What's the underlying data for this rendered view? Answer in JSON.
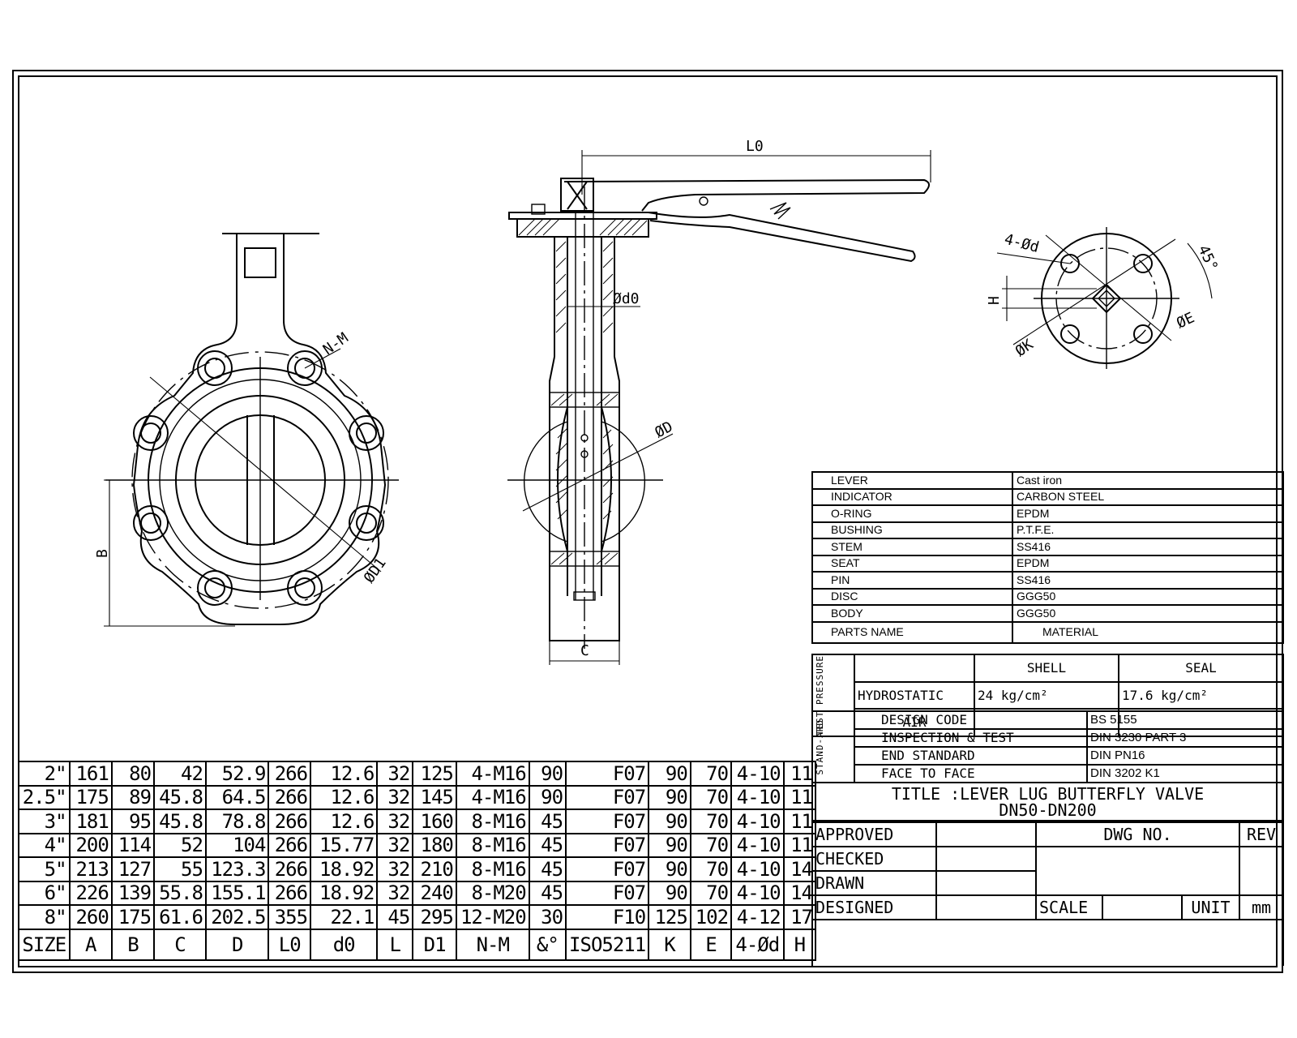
{
  "views": {
    "front": {
      "nm_label": "N-M",
      "d1_label": "ØD1",
      "b_label": "B"
    },
    "side": {
      "l0_label": "L0",
      "d0_label": "Ød0",
      "d_label": "ØD",
      "c_label": "C"
    },
    "top": {
      "holes_label": "4-Ød",
      "angle_label": "45°",
      "h_label": "H",
      "e_label": "ØE",
      "k_label": "ØK"
    }
  },
  "size_table": {
    "headers": [
      "SIZE",
      "A",
      "B",
      "C",
      "D",
      "L0",
      "d0",
      "L",
      "D1",
      "N-M",
      "&°",
      "ISO5211",
      "K",
      "E",
      "4-Ød",
      "H"
    ],
    "rows": [
      [
        "2\"",
        "161",
        "80",
        "42",
        "52.9",
        "266",
        "12.6",
        "32",
        "125",
        "4-M16",
        "90",
        "F07",
        "90",
        "70",
        "4-10",
        "11"
      ],
      [
        "2.5\"",
        "175",
        "89",
        "45.8",
        "64.5",
        "266",
        "12.6",
        "32",
        "145",
        "4-M16",
        "90",
        "F07",
        "90",
        "70",
        "4-10",
        "11"
      ],
      [
        "3\"",
        "181",
        "95",
        "45.8",
        "78.8",
        "266",
        "12.6",
        "32",
        "160",
        "8-M16",
        "45",
        "F07",
        "90",
        "70",
        "4-10",
        "11"
      ],
      [
        "4\"",
        "200",
        "114",
        "52",
        "104",
        "266",
        "15.77",
        "32",
        "180",
        "8-M16",
        "45",
        "F07",
        "90",
        "70",
        "4-10",
        "11"
      ],
      [
        "5\"",
        "213",
        "127",
        "55",
        "123.3",
        "266",
        "18.92",
        "32",
        "210",
        "8-M16",
        "45",
        "F07",
        "90",
        "70",
        "4-10",
        "14"
      ],
      [
        "6\"",
        "226",
        "139",
        "55.8",
        "155.1",
        "266",
        "18.92",
        "32",
        "240",
        "8-M20",
        "45",
        "F07",
        "90",
        "70",
        "4-10",
        "14"
      ],
      [
        "8\"",
        "260",
        "175",
        "61.6",
        "202.5",
        "355",
        "22.1",
        "45",
        "295",
        "12-M20",
        "30",
        "F10",
        "125",
        "102",
        "4-12",
        "17"
      ]
    ]
  },
  "parts": [
    {
      "name": "LEVER",
      "material": "Cast iron"
    },
    {
      "name": "INDICATOR",
      "material": "CARBON STEEL"
    },
    {
      "name": "O-RING",
      "material": "EPDM"
    },
    {
      "name": "BUSHING",
      "material": "P.T.F.E."
    },
    {
      "name": "STEM",
      "material": "SS416"
    },
    {
      "name": "SEAT",
      "material": "EPDM"
    },
    {
      "name": "PIN",
      "material": "SS416"
    },
    {
      "name": "DISC",
      "material": "GGG50"
    },
    {
      "name": "BODY",
      "material": "GGG50"
    }
  ],
  "parts_header": {
    "name": "PARTS NAME",
    "material": "MATERIAL"
  },
  "test_pressure": {
    "label": "TEST PRESSURE",
    "shell_header": "SHELL",
    "seal_header": "SEAL",
    "hydrostatic_label": "HYDROSTATIC",
    "hydro_shell": "24  kg/cm²",
    "hydro_seal": "17.6  kg/cm²",
    "air_label": "AIR"
  },
  "standard": {
    "label": "STAND-ARD",
    "rows": [
      {
        "item": "DESIGN CODE",
        "value": "BS 5155"
      },
      {
        "item": "INSPECTION & TEST",
        "value": "DIN 3230 PART 3"
      },
      {
        "item": "END STANDARD",
        "value": "DIN PN16"
      },
      {
        "item": "FACE TO FACE",
        "value": "DIN 3202 K1"
      }
    ]
  },
  "title_block": {
    "title": "TITLE :LEVER LUG BUTTERFLY VALVE",
    "subtitle": "DN50-DN200",
    "approved": "APPROVED",
    "checked": "CHECKED",
    "drawn": "DRAWN",
    "designed": "DESIGNED",
    "dwg_no": "DWG NO.",
    "rev": "REV",
    "scale": "SCALE",
    "unit": "UNIT",
    "unit_value": "mm"
  }
}
